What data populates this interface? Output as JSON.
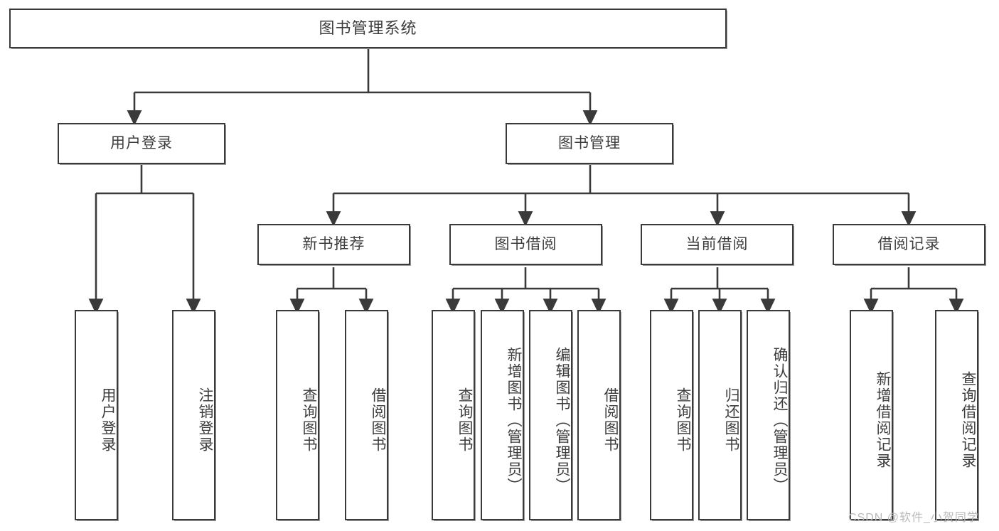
{
  "diagram": {
    "title": "图书管理系统",
    "type": "tree-hierarchy-chart",
    "orientation": "top-down",
    "levels": 4,
    "root": {
      "label": "图书管理系统"
    },
    "level2": [
      {
        "label": "用户登录"
      },
      {
        "label": "图书管理"
      }
    ],
    "level3": [
      {
        "label": "新书推荐"
      },
      {
        "label": "图书借阅"
      },
      {
        "label": "当前借阅"
      },
      {
        "label": "借阅记录"
      }
    ],
    "leaves": {
      "user_login": [
        {
          "label": "用户登录"
        },
        {
          "label": "注销登录"
        }
      ],
      "new_book_recommend": [
        {
          "label": "查询图书"
        },
        {
          "label": "借阅图书"
        }
      ],
      "book_borrow": [
        {
          "label": "查询图书"
        },
        {
          "label": "新增图书（管理员）"
        },
        {
          "label": "编辑图书（管理员）"
        },
        {
          "label": "借阅图书"
        }
      ],
      "current_borrow": [
        {
          "label": "查询图书"
        },
        {
          "label": "归还图书"
        },
        {
          "label": "确认归还（管理员）"
        }
      ],
      "borrow_record": [
        {
          "label": "新增借阅记录"
        },
        {
          "label": "查询借阅记录"
        }
      ]
    }
  },
  "watermark": {
    "text": "CSDN @软件_小贺同学"
  },
  "colors": {
    "border": "#3a3a3a",
    "shadow": "#9b9b9b",
    "text": "#3d3d3d",
    "background": "#ffffff",
    "watermark": "#b9b9b9"
  }
}
